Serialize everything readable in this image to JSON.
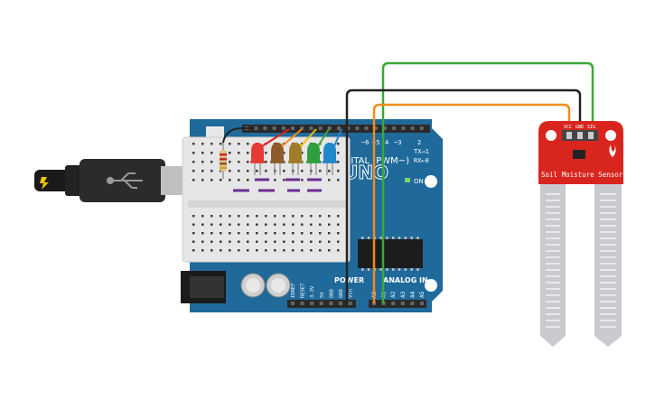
{
  "arduino": {
    "board_label": "UNO",
    "digital_header_label": "DIGITAL (PWM~)",
    "on_label": "ON",
    "power_label": "POWER",
    "analog_label": "ANALOG IN",
    "tx_label": "TX→1",
    "rx_label": "RX←0",
    "power_pins": [
      "IOREF",
      "RESET",
      "3.3V",
      "5V",
      "GND",
      "GND",
      "Vin"
    ],
    "analog_pins": [
      "A0",
      "A1",
      "A2",
      "A3",
      "A4",
      "A5"
    ],
    "digital_pins_visible": [
      "~6",
      "~5",
      "4",
      "~3",
      "2"
    ]
  },
  "sensor": {
    "label": "Soil Moisture Sensor",
    "pin_labels": [
      "VCC",
      "GND",
      "SIG"
    ]
  },
  "leds": {
    "colors": [
      "#e53935",
      "#8d5a2b",
      "#a07c2a",
      "#2e9e3e",
      "#1e88c8"
    ]
  },
  "wires": {
    "colors": {
      "green": "#3aa83a",
      "black": "#222222",
      "orange": "#f08c1a",
      "red": "#e02020",
      "yellow": "#f2c200"
    }
  }
}
